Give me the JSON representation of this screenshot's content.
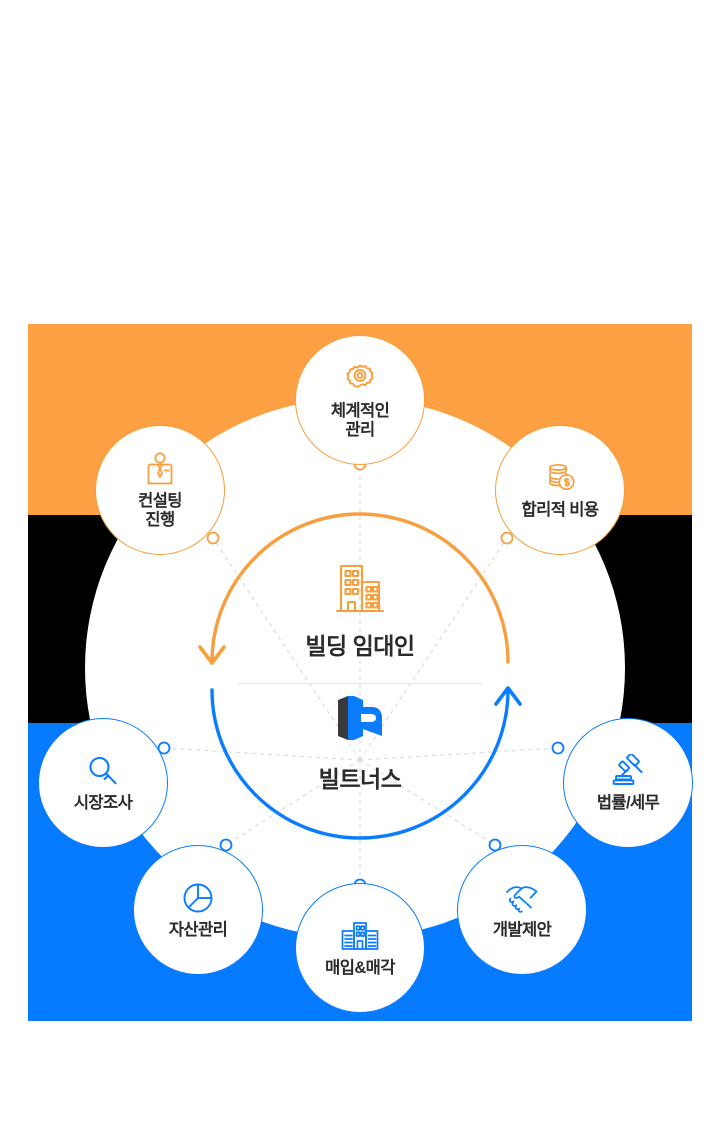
{
  "graphic": {
    "type": "circular-service-diagram",
    "colors": {
      "orange": "#fca043",
      "black": "#000000",
      "blue": "#067bff",
      "orange_line": "#f79f3d",
      "blue_line": "#0a7cff",
      "text": "#2b2b2b",
      "divider": "#e6e6e6",
      "logo_dark": "#3a3a3c",
      "logo_blue": "#0a7cff"
    },
    "center": {
      "top": {
        "icon": "building-outline-icon",
        "label": "빌딩 임대인"
      },
      "bottom": {
        "icon": "builtners-logo",
        "label": "빌트너스"
      }
    },
    "bubbles": [
      {
        "id": "systematic-management",
        "label": "체계적인\n관리",
        "icon": "gear-icon",
        "theme": "orange"
      },
      {
        "id": "reasonable-cost",
        "label": "합리적 비용",
        "icon": "coins-dollar-icon",
        "theme": "orange"
      },
      {
        "id": "legal-tax",
        "label": "법률/세무",
        "icon": "gavel-icon",
        "theme": "blue"
      },
      {
        "id": "development-proposal",
        "label": "개발제안",
        "icon": "handshake-icon",
        "theme": "blue"
      },
      {
        "id": "purchase-and-sale",
        "label": "매입&매각",
        "icon": "buildings-icon",
        "theme": "blue"
      },
      {
        "id": "asset-management",
        "label": "자산관리",
        "icon": "pie-chart-icon",
        "theme": "blue"
      },
      {
        "id": "market-research",
        "label": "시장조사",
        "icon": "magnifier-icon",
        "theme": "blue"
      },
      {
        "id": "consulting-progress",
        "label": "컨설팅\n진행",
        "icon": "person-suit-tie-icon",
        "theme": "orange"
      }
    ]
  }
}
